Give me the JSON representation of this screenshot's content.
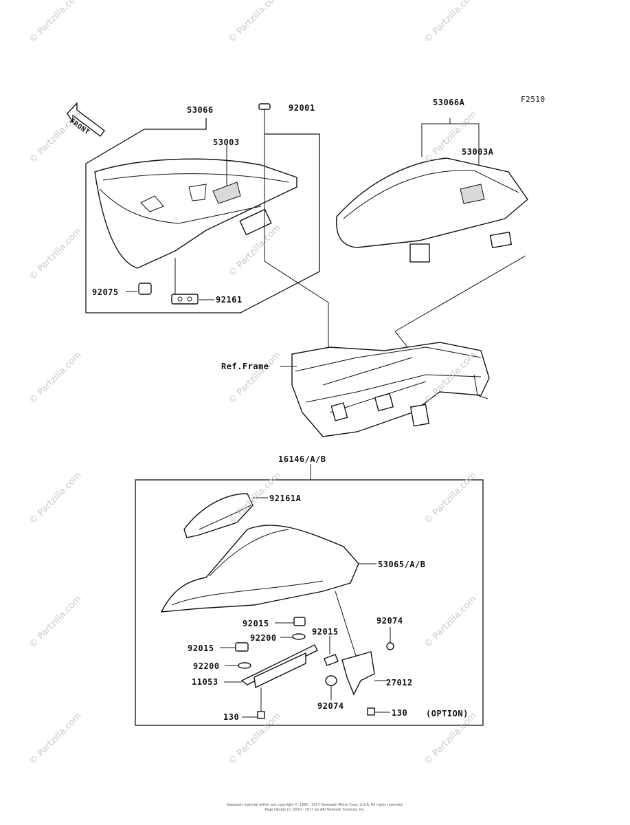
{
  "diagram_code": "F2510",
  "front_label": "FRONT",
  "callouts": {
    "p53066": "53066",
    "p92001": "92001",
    "p53003": "53003",
    "p92075": "92075",
    "p92161": "92161",
    "p53066A": "53066A",
    "p53003A": "53003A",
    "ref_frame": "Ref.Frame",
    "p16146": "16146/A/B",
    "p92161A": "92161A",
    "p53065": "53065/A/B",
    "p92015_a": "92015",
    "p92200_a": "92200",
    "p92015_b": "92015",
    "p92074_a": "92074",
    "p92015_c": "92015",
    "p92200_b": "92200",
    "p11053": "11053",
    "p27012": "27012",
    "p92074_b": "92074",
    "p130_a": "130",
    "p130_b": "130",
    "option": "(OPTION)"
  },
  "watermark": "© Partzilla.com",
  "copyright": {
    "line1": "Kawasaki material within are copyright © 1985 - 2017 Kawasaki Motor Corp, U.S.A. All rights reserved.",
    "line2": "Page Design (c) 2010 - 2017 by ARI Network Services, Inc."
  }
}
